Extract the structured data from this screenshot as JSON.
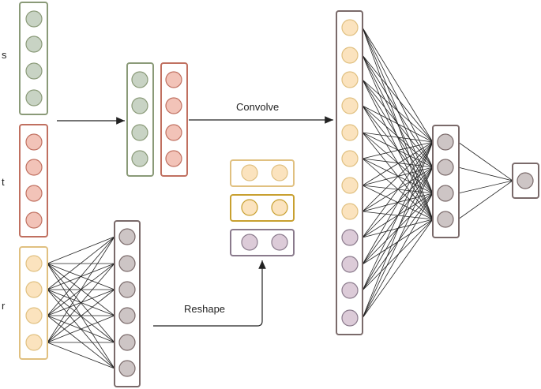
{
  "labels": {
    "s": "s",
    "t": "t",
    "r": "r",
    "convolve": "Convolve",
    "reshape": "Reshape"
  },
  "colors": {
    "green_stroke": "#8a9a78",
    "green_fill": "#c8d3c4",
    "red_stroke": "#c07060",
    "red_fill": "#f2c3b8",
    "yellow_stroke": "#e0c080",
    "yellow_fill": "#fbe3be",
    "gold_stroke": "#c8a030",
    "purple_stroke": "#8a7a8c",
    "purple_fill": "#dccbd8",
    "gray_stroke": "#7a6a6a",
    "gray_fill": "#cdc5c5",
    "line": "#222222"
  }
}
